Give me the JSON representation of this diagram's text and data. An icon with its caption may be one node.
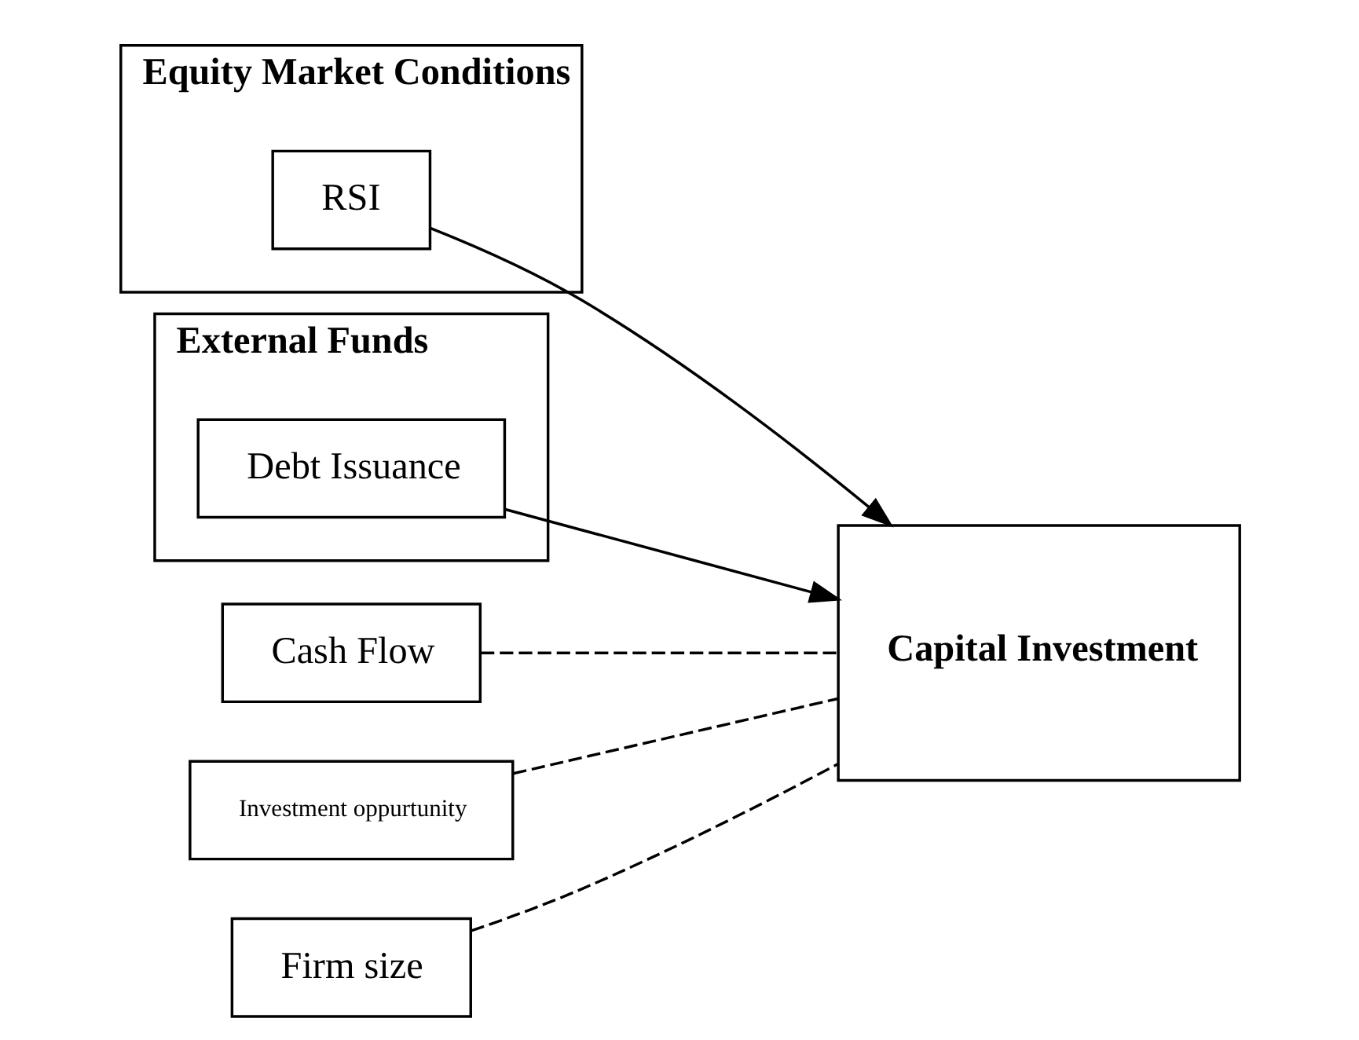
{
  "diagram": {
    "nodes": [
      {
        "text": [
          "Equity Market Conditions"
        ]
      },
      {
        "text": [
          "RSI"
        ],
        "in": 0
      },
      {
        "text": [
          "External Funds"
        ]
      },
      {
        "text": [
          "Debt Issuance"
        ],
        "in": 2
      },
      {
        "text": [
          "Capital Investment"
        ]
      },
      {
        "text": [
          "Cash Flow"
        ]
      },
      {
        "text": [
          "Investment oppurtunity"
        ]
      },
      {
        "text": [
          "Firm size"
        ]
      }
    ],
    "edges": [
      {
        "from": 1,
        "to": 4,
        "arrow": "to"
      },
      {
        "from": 3,
        "to": 4,
        "arrow": "to"
      },
      {
        "from": 5,
        "to": 4,
        "arrow": "none",
        "style": "dashed"
      },
      {
        "from": 6,
        "to": 4,
        "arrow": "none",
        "style": "dashed"
      },
      {
        "from": 7,
        "to": 4,
        "arrow": "none",
        "style": "dashed"
      }
    ]
  }
}
